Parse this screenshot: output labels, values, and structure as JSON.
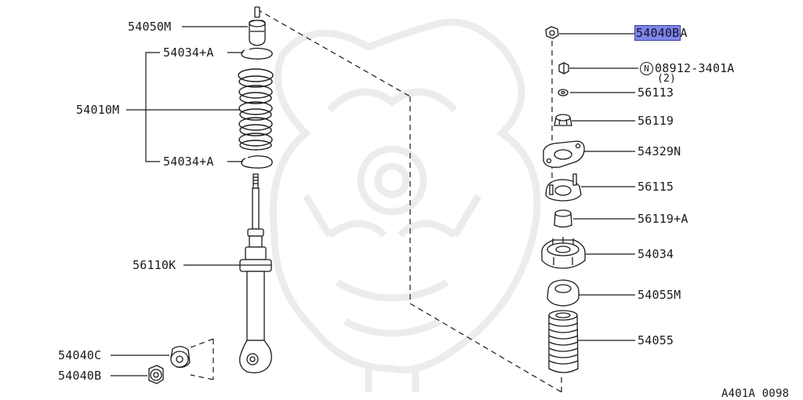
{
  "colors": {
    "line": "#1a1a1a",
    "highlight": "#7f86e6",
    "watermark": "#ededed"
  },
  "icons": [
    "samurai-watermark"
  ],
  "left": {
    "p54050M": "54050M",
    "p54034A_top": "54034+A",
    "p54010M": "54010M",
    "p54034A_bottom": "54034+A",
    "p56110K": "56110K",
    "p54040C": "54040C",
    "p54040B": "54040B"
  },
  "right": {
    "p54040BA_hl": "54040B",
    "p54040BA_rest": "A",
    "n_symbol": "N",
    "p08912": "08912-3401A",
    "p08912_qty": "(2)",
    "p56113": "56113",
    "p56119": "56119",
    "p54329N": "54329N",
    "p56115": "56115",
    "p56119A": "56119+A",
    "p54034": "54034",
    "p54055M": "54055M",
    "p54055": "54055"
  },
  "diagram_code": "A401A 0098"
}
